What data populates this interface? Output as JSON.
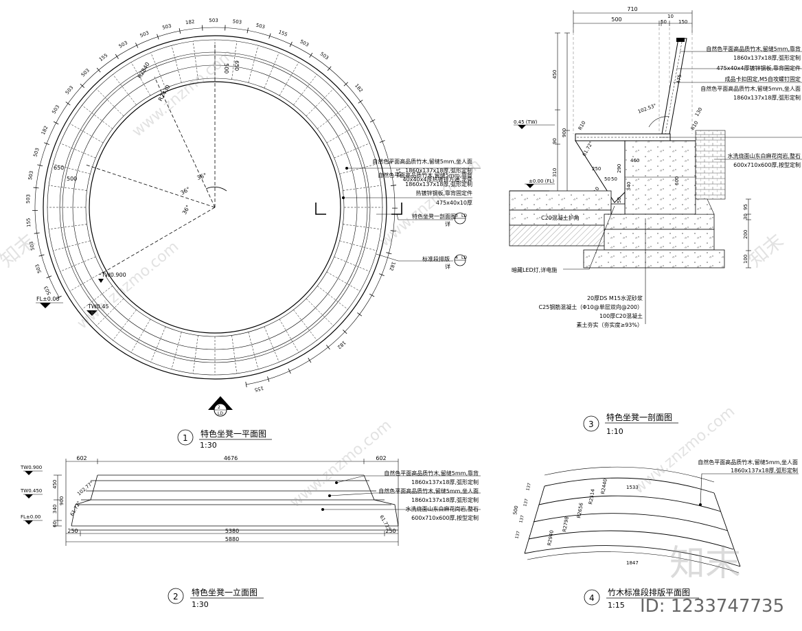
{
  "plan": {
    "title_no": "1",
    "title": "特色坐凳一平面图",
    "scale": "1:30",
    "seg_dims": [
      "503",
      "503",
      "503",
      "503",
      "503",
      "503",
      "503",
      "503",
      "503",
      "503",
      "503",
      "503",
      "503",
      "503",
      "503",
      "503",
      "503"
    ],
    "short_dims": [
      "155",
      "182",
      "155",
      "182",
      "155",
      "182",
      "155",
      "182",
      "182",
      "155",
      "182"
    ],
    "radial_dims": {
      "r1": "R2840",
      "r2": "R2430",
      "d650a": "650",
      "d650b": "650",
      "d500a": "500",
      "d500b": "500"
    },
    "angles": [
      "36°",
      "36°",
      "36°"
    ],
    "levels": [
      {
        "label": "TW0.900"
      },
      {
        "label": "FL±0.00"
      },
      {
        "label": "TW0.45"
      }
    ],
    "notes": [
      [
        "自然色平面高品质竹木,留缝5mm,坐人面",
        "1860x137x18厚,弧形定制",
        "40x40x4厚热镀锌方通,龙骨"
      ],
      [
        "自然色平面高品质竹木,留缝5mm,靠背",
        "1860x137x18厚,弧形定制",
        "热镀锌钢板,靠背固定件",
        "475x40x10厚"
      ]
    ],
    "callouts": [
      {
        "label": "特色坐凳一剖面图",
        "num": "3",
        "ref": "LD",
        "detail": "详"
      },
      {
        "label": "标准段排版",
        "num": "4",
        "ref": "LD",
        "detail": "详"
      }
    ],
    "section_mark": {
      "num": "2",
      "ref": "LD"
    }
  },
  "elevation": {
    "title_no": "2",
    "title": "特色坐凳一立面图",
    "scale": "1:30",
    "top_dims": [
      "602",
      "4676",
      "602"
    ],
    "bottom_dims": [
      "250",
      "5380",
      "250"
    ],
    "total": "5880",
    "left_dims": [
      "450",
      "900",
      "340",
      "60"
    ],
    "levels": [
      "TW0.900",
      "TW0.450",
      "FL±0.00"
    ],
    "angles": [
      "102.77°",
      "61.72°",
      "61.72°"
    ],
    "notes": [
      "自然色平面高品质竹木,留缝5mm,靠背",
      "1860x137x18厚,弧形定制",
      "自然色平面高品质竹木,留缝5mm,坐人面",
      "1860x137x18厚,弧形定制",
      "水洗烧面山东白麻花岗岩,整石",
      "600x710x600厚,按型定制"
    ]
  },
  "section": {
    "title_no": "3",
    "title": "特色坐凳一剖面图",
    "scale": "1:10",
    "top_dims": [
      "710",
      "500",
      "10",
      "50",
      "150"
    ],
    "left_dims": [
      "450",
      "900",
      "90",
      "310",
      "50"
    ],
    "inner_dims": [
      "460",
      "600",
      "290",
      "340",
      "50",
      "460",
      "100",
      "100"
    ],
    "right_dims": [
      "95",
      "30",
      "200",
      "100"
    ],
    "angle": "102.53°",
    "angle2": "61.72°",
    "levels": [
      "0.45 (TW)",
      "±0.00 (FL)"
    ],
    "small_dims": [
      "250",
      "50",
      "50",
      "R10",
      "R10",
      "R10",
      "475",
      "130"
    ],
    "notes_right": [
      "自然色平面高品质竹木,留缝5mm,靠背",
      "1860x137x18厚,弧形定制",
      "475x40x4厚镀锌钢板,靠背固定件",
      "成品卡扣固定,M5自攻螺钉固定",
      "自然色平面高品质竹木,留缝5mm,坐人面",
      "1860x137x18厚,弧形定制",
      "水洗烧面山东白麻花岗岩,整石",
      "600x710x600厚,按型定制"
    ],
    "curb": "C20混凝土护角",
    "led": "暗藏LED灯,详电施",
    "layers": [
      "20厚DS M15水泥砂浆",
      "C25钢筋混凝土（Φ10@单层双向@200）",
      "100厚C20混凝土",
      "素土夯实（夯实度≥93%）"
    ]
  },
  "layout": {
    "title_no": "4",
    "title": "竹木标准段排版平面图",
    "scale": "1:15",
    "dims": [
      "1533",
      "1847",
      "500",
      "137",
      "137",
      "137",
      "137"
    ],
    "radii": [
      "R2440",
      "R2514",
      "R2656",
      "R2798",
      "R2940"
    ],
    "notes": [
      "自然色平面高品质竹木,留缝5mm,坐人面",
      "1860x137x18厚,弧形定制"
    ]
  },
  "watermark": {
    "site": "www.znzmo.com",
    "brand": "知末",
    "logo": "知末",
    "id": "ID: 1233747735"
  }
}
